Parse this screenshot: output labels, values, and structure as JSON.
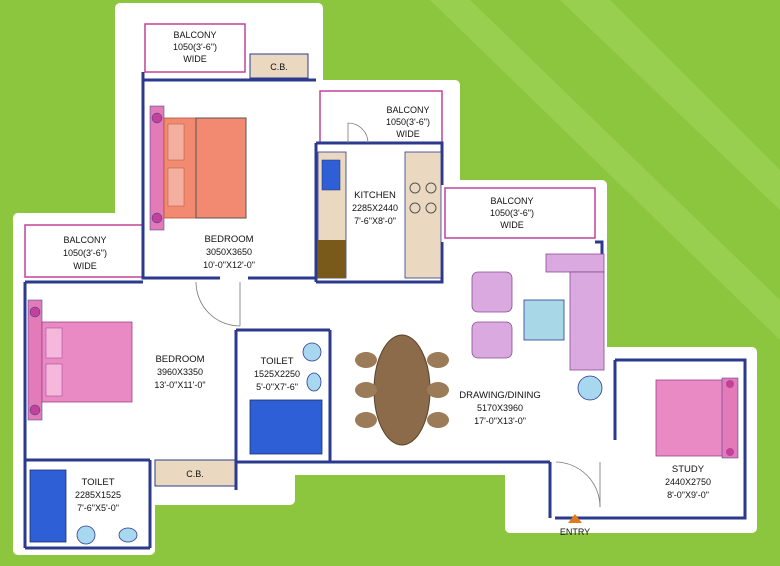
{
  "colors": {
    "background_green": "#8cc63f",
    "floor_white": "#ffffff",
    "wall_blue": "#2b3a8c",
    "balcony_rail_pink": "#c2429a",
    "cupboard_tan": "#ead8c0",
    "dining_brown": "#8b6b4a",
    "bed_pink": "#e27bb8",
    "bed_salmon": "#f28a72",
    "sofa_lavender": "#d9a9e0",
    "tile_blue": "#2f5fd6"
  },
  "rooms": {
    "balcony_top_left": {
      "name": "BALCONY",
      "size": "1050(3'-6\")",
      "note": "WIDE"
    },
    "balcony_kitchen": {
      "name": "BALCONY",
      "size": "1050(3'-6\")",
      "note": "WIDE"
    },
    "balcony_drawing": {
      "name": "BALCONY",
      "size": "1050(3'-6\")",
      "note": "WIDE"
    },
    "balcony_left": {
      "name": "BALCONY",
      "size": "1050(3'-6\")",
      "note": "WIDE"
    },
    "cb_top": {
      "name": "C.B."
    },
    "cb_bottom": {
      "name": "C.B."
    },
    "kitchen": {
      "name": "KITCHEN",
      "metric": "2285X2440",
      "imperial": "7'-6\"X8'-0\""
    },
    "bedroom_top": {
      "name": "BEDROOM",
      "metric": "3050X3650",
      "imperial": "10'-0\"X12'-0\""
    },
    "bedroom_left": {
      "name": "BEDROOM",
      "metric": "3960X3350",
      "imperial": "13'-0\"X11'-0\""
    },
    "toilet_mid": {
      "name": "TOILET",
      "metric": "1525X2250",
      "imperial": "5'-0\"X7'-6\""
    },
    "toilet_left": {
      "name": "TOILET",
      "metric": "2285X1525",
      "imperial": "7'-6\"X5'-0\""
    },
    "drawing_dining": {
      "name": "DRAWING/DINING",
      "metric": "5170X3960",
      "imperial": "17'-0\"X13'-0\""
    },
    "study": {
      "name": "STUDY",
      "metric": "2440X2750",
      "imperial": "8'-0\"X9'-0\""
    }
  },
  "entry": {
    "label": "ENTRY"
  }
}
